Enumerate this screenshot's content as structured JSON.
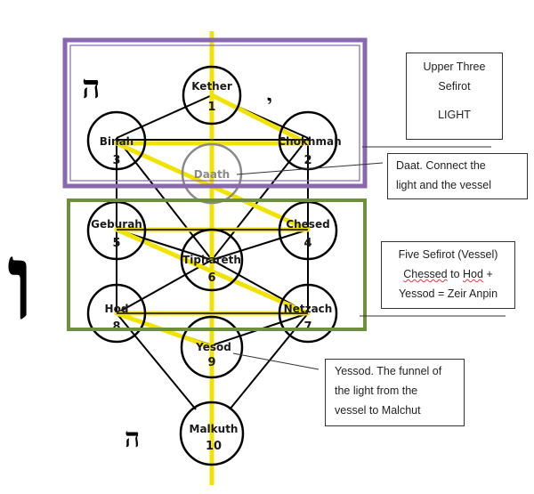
{
  "colors": {
    "upper_box": "#8a68b0",
    "vessel_box": "#6e8f3c",
    "light_path": "#f2e200",
    "daath": "#8a8a8a",
    "line": "#000000"
  },
  "sefirot": [
    {
      "id": "kether",
      "name": "Kether",
      "number": "1"
    },
    {
      "id": "chokhmah",
      "name": "Chokhmah",
      "number": "2"
    },
    {
      "id": "binah",
      "name": "Binah",
      "number": "3"
    },
    {
      "id": "daath",
      "name": "Daath",
      "number": ""
    },
    {
      "id": "chesed",
      "name": "Chesed",
      "number": "4"
    },
    {
      "id": "geburah",
      "name": "Geburah",
      "number": "5"
    },
    {
      "id": "tiphareth",
      "name": "Tiphareth",
      "number": "6"
    },
    {
      "id": "netzach",
      "name": "Netzach",
      "number": "7"
    },
    {
      "id": "hod",
      "name": "Hod",
      "number": "8"
    },
    {
      "id": "yesod",
      "name": "Yesod",
      "number": "9"
    },
    {
      "id": "malkuth",
      "name": "Malkuth",
      "number": "10"
    }
  ],
  "hebrew_letters": {
    "upper_he": "ה",
    "yod": "י",
    "vav": "ו",
    "lower_he": "ה"
  },
  "notes": {
    "upper": {
      "line1": "Upper Three",
      "line2": "Sefirot",
      "line3": "LIGHT"
    },
    "daat": {
      "line1": "Daat.  Connect the",
      "line2": "light and the vessel"
    },
    "vessel": {
      "line1": "Five Sefirot  (Vessel)",
      "line2a": "Chessed",
      "line2b": " to ",
      "line2c": "Hod",
      "line2d": " +",
      "line3": "Yessod = Zeir Anpin"
    },
    "yesod": {
      "line1": "Yessod. The funnel of",
      "line2": "the light from the",
      "line3": "vessel to Malchut"
    }
  }
}
